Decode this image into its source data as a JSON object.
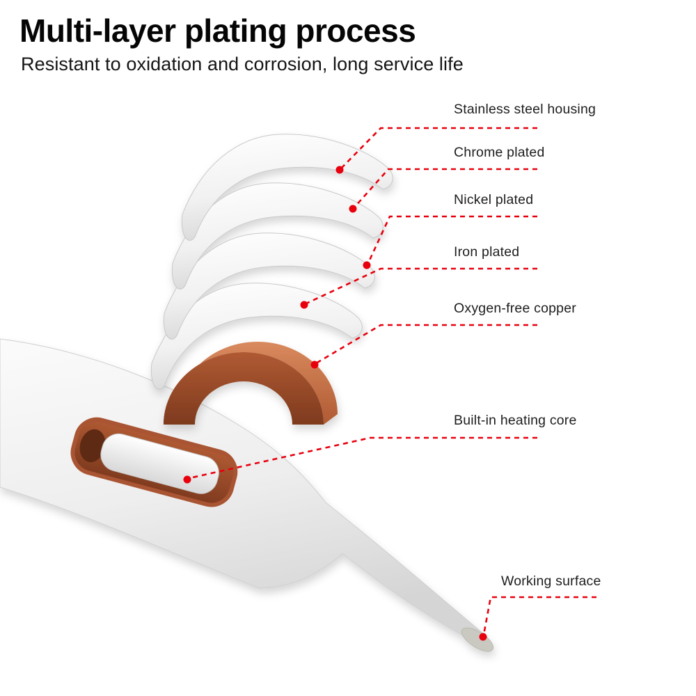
{
  "header": {
    "title": "Multi-layer plating process",
    "subtitle": "Resistant to oxidation and corrosion, long service life"
  },
  "labels": [
    {
      "text": "Stainless steel housing"
    },
    {
      "text": "Chrome plated"
    },
    {
      "text": "Nickel plated"
    },
    {
      "text": "Iron plated"
    },
    {
      "text": "Oxygen-free copper"
    },
    {
      "text": "Built-in heating core"
    },
    {
      "text": "Working surface"
    }
  ],
  "colors": {
    "accent_red": "#e8000d",
    "copper_light": "#c97953",
    "copper_dark": "#8f4526",
    "steel_white": "#f7f7f7",
    "text": "#1d1d1d"
  }
}
